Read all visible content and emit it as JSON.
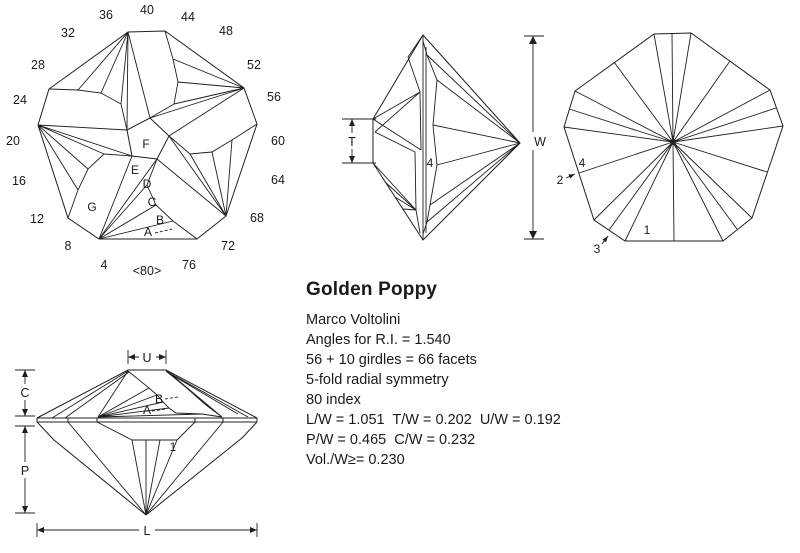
{
  "info_panel": {
    "title": "Golden Poppy",
    "lines": [
      "Marco Voltolini",
      "Angles for R.I. = 1.540",
      "56 + 10 girdles = 66 facets",
      "5-fold radial symmetry",
      "80 index",
      "L/W = 1.051  T/W = 0.202  U/W = 0.192",
      "P/W = 0.465  C/W = 0.232",
      "Vol./W≥= 0.230"
    ]
  },
  "crown_view": {
    "indices": {
      "i4": "4",
      "i8": "8",
      "i12": "12",
      "i16": "16",
      "i20": "20",
      "i24": "24",
      "i28": "28",
      "i32": "32",
      "i36": "36",
      "i40": "40",
      "i44": "44",
      "i48": "48",
      "i52": "52",
      "i56": "56",
      "i60": "60",
      "i64": "64",
      "i68": "68",
      "i72": "72",
      "i76": "76",
      "i80": "<80>"
    },
    "letters": {
      "A": "A",
      "B": "B",
      "C": "C",
      "D": "D",
      "E": "E",
      "F": "F",
      "G": "G"
    }
  },
  "profile_view": {
    "labels": {
      "T": "T",
      "W": "W",
      "f4": "4"
    }
  },
  "pavilion_view": {
    "labels": {
      "f1": "1",
      "f2": "2",
      "f3": "3",
      "f4": "4"
    }
  },
  "side_view": {
    "labels": {
      "U": "U",
      "C": "C",
      "P": "P",
      "L": "L",
      "A": "A",
      "B": "B",
      "f1": "1"
    }
  },
  "colors": {
    "line": "#1f1f1f",
    "background": "#ffffff"
  }
}
